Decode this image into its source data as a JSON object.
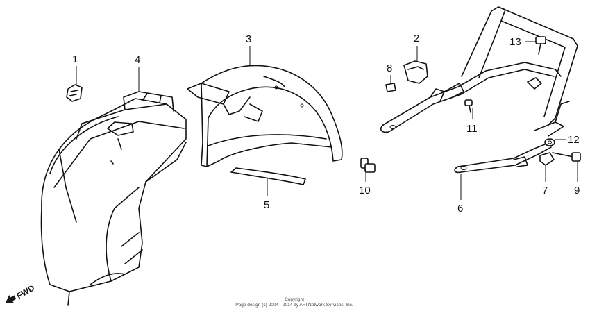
{
  "callouts": {
    "c1": "1",
    "c2": "2",
    "c3": "3",
    "c4": "4",
    "c5": "5",
    "c6": "6",
    "c7": "7",
    "c8": "8",
    "c9": "9",
    "c10": "10",
    "c11": "11",
    "c12": "12",
    "c13": "13"
  },
  "direction_label": "FWD",
  "footer": {
    "line1": "Copyright",
    "line2": "Page design (c) 2004 - 2014 by ARI Network Services, Inc."
  }
}
